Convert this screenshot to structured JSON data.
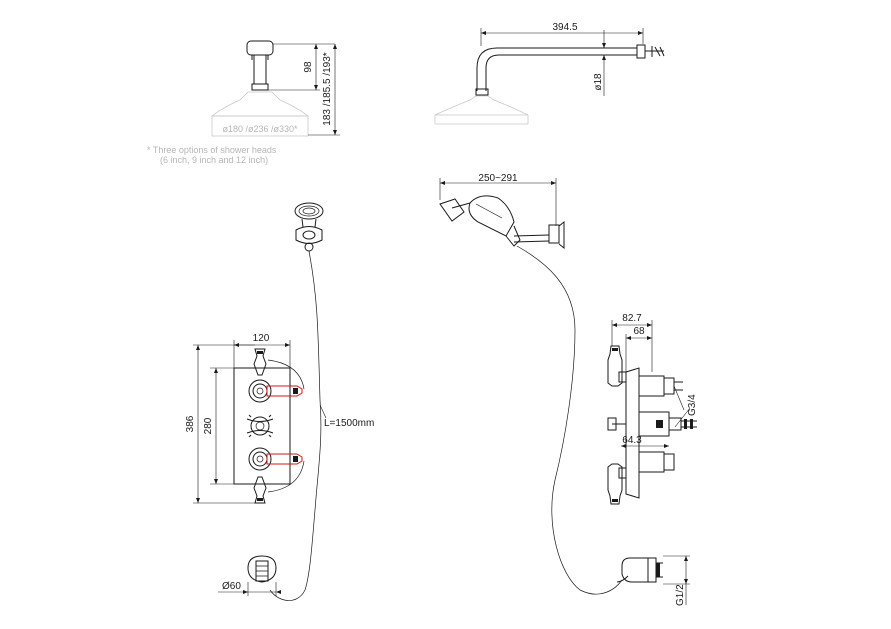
{
  "dimensions": {
    "arm_length": "394.5",
    "arm_diameter": "ø18",
    "arm_drop": "98",
    "overall_head_height": "183 /185.5 /193*",
    "head_diameters": "ø180 /ø236 /ø330*",
    "handset_length": "250~291",
    "valve_width": "120",
    "valve_height": "386",
    "plate_height": "280",
    "hose_length": "L=1500mm",
    "outlet_diameter": "Ø60",
    "depth_max": "82.7",
    "depth_plate": "68",
    "depth_body": "64.3",
    "inlet_thread": "G3/4",
    "outlet_thread": "G1/2"
  },
  "notes": {
    "line1": "* Three options of shower heads",
    "line2": "(6 inch, 9 inch and 12 inch)"
  }
}
